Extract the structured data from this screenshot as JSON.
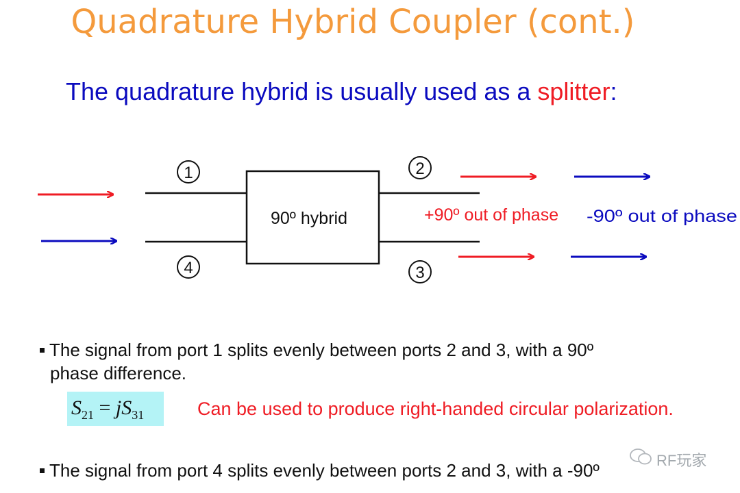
{
  "title": "Quadrature Hybrid Coupler (cont.)",
  "subtitle": {
    "prefix": "The quadrature hybrid is usually used as a ",
    "highlight": "splitter",
    "suffix": ":"
  },
  "diagram": {
    "block_label": "90º hybrid",
    "ports": {
      "port1": "1",
      "port2": "2",
      "port3": "3",
      "port4": "4"
    },
    "phase_red": "+90º out of phase",
    "phase_blue": "-90º out of phase",
    "colors": {
      "red": "#ef1c24",
      "blue": "#0b0bbf"
    }
  },
  "bullets": {
    "b1_line1": "The signal from port 1 splits evenly between ports 2 and 3, with a 90º",
    "b1_line2": "phase difference.",
    "b2": "The signal from port 4 splits evenly between ports 2 and 3, with a -90º"
  },
  "equation": {
    "s": "S",
    "sub1": "21",
    "eq": " = ",
    "j": "j",
    "sub2": "31"
  },
  "note": "Can be used to produce right-handed circular polarization.",
  "watermark": "RF玩家"
}
